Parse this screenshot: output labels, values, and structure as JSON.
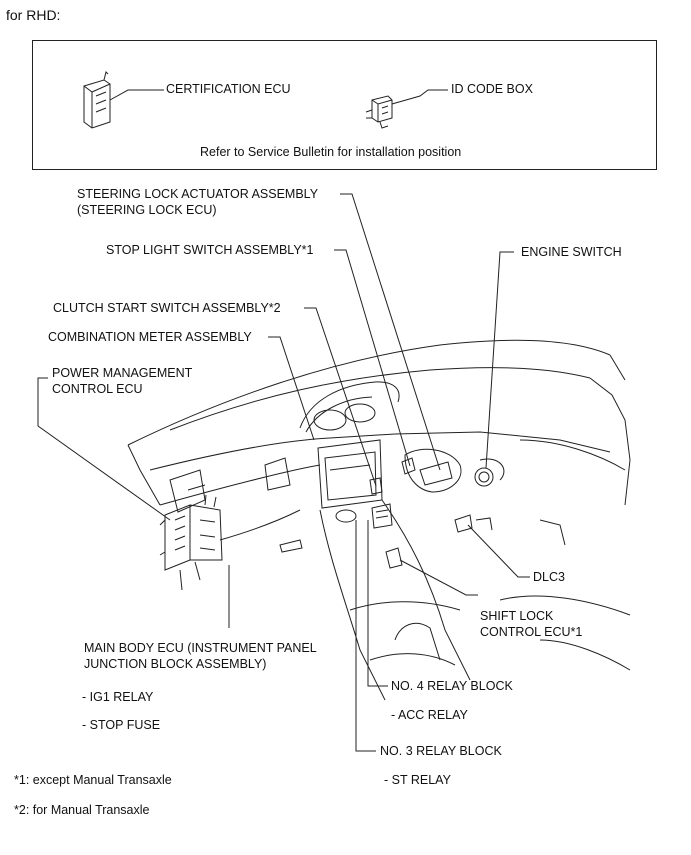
{
  "header": "for RHD:",
  "inset": {
    "certification_ecu": "CERTIFICATION ECU",
    "id_code_box": "ID CODE BOX",
    "note": "Refer to Service Bulletin for installation position"
  },
  "labels": {
    "steering_lock_1": "STEERING LOCK ACTUATOR ASSEMBLY",
    "steering_lock_2": "(STEERING LOCK ECU)",
    "stop_light": "STOP LIGHT SWITCH ASSEMBLY*1",
    "engine_switch": "ENGINE SWITCH",
    "clutch_start": "CLUTCH START SWITCH ASSEMBLY*2",
    "combination_meter": "COMBINATION METER ASSEMBLY",
    "power_mgmt_1": "POWER MANAGEMENT",
    "power_mgmt_2": "CONTROL ECU",
    "dlc3": "DLC3",
    "shift_lock_1": "SHIFT LOCK",
    "shift_lock_2": "CONTROL ECU*1",
    "main_body_1": "MAIN BODY ECU (INSTRUMENT PANEL",
    "main_body_2": "JUNCTION BLOCK ASSEMBLY)",
    "ig1_relay": "- IG1 RELAY",
    "stop_fuse": "- STOP FUSE",
    "no4_relay": "NO. 4 RELAY BLOCK",
    "acc_relay": "- ACC RELAY",
    "no3_relay": "NO. 3 RELAY BLOCK",
    "st_relay": "- ST RELAY"
  },
  "footnotes": {
    "note1": "*1: except Manual Transaxle",
    "note2": "*2: for Manual Transaxle"
  }
}
